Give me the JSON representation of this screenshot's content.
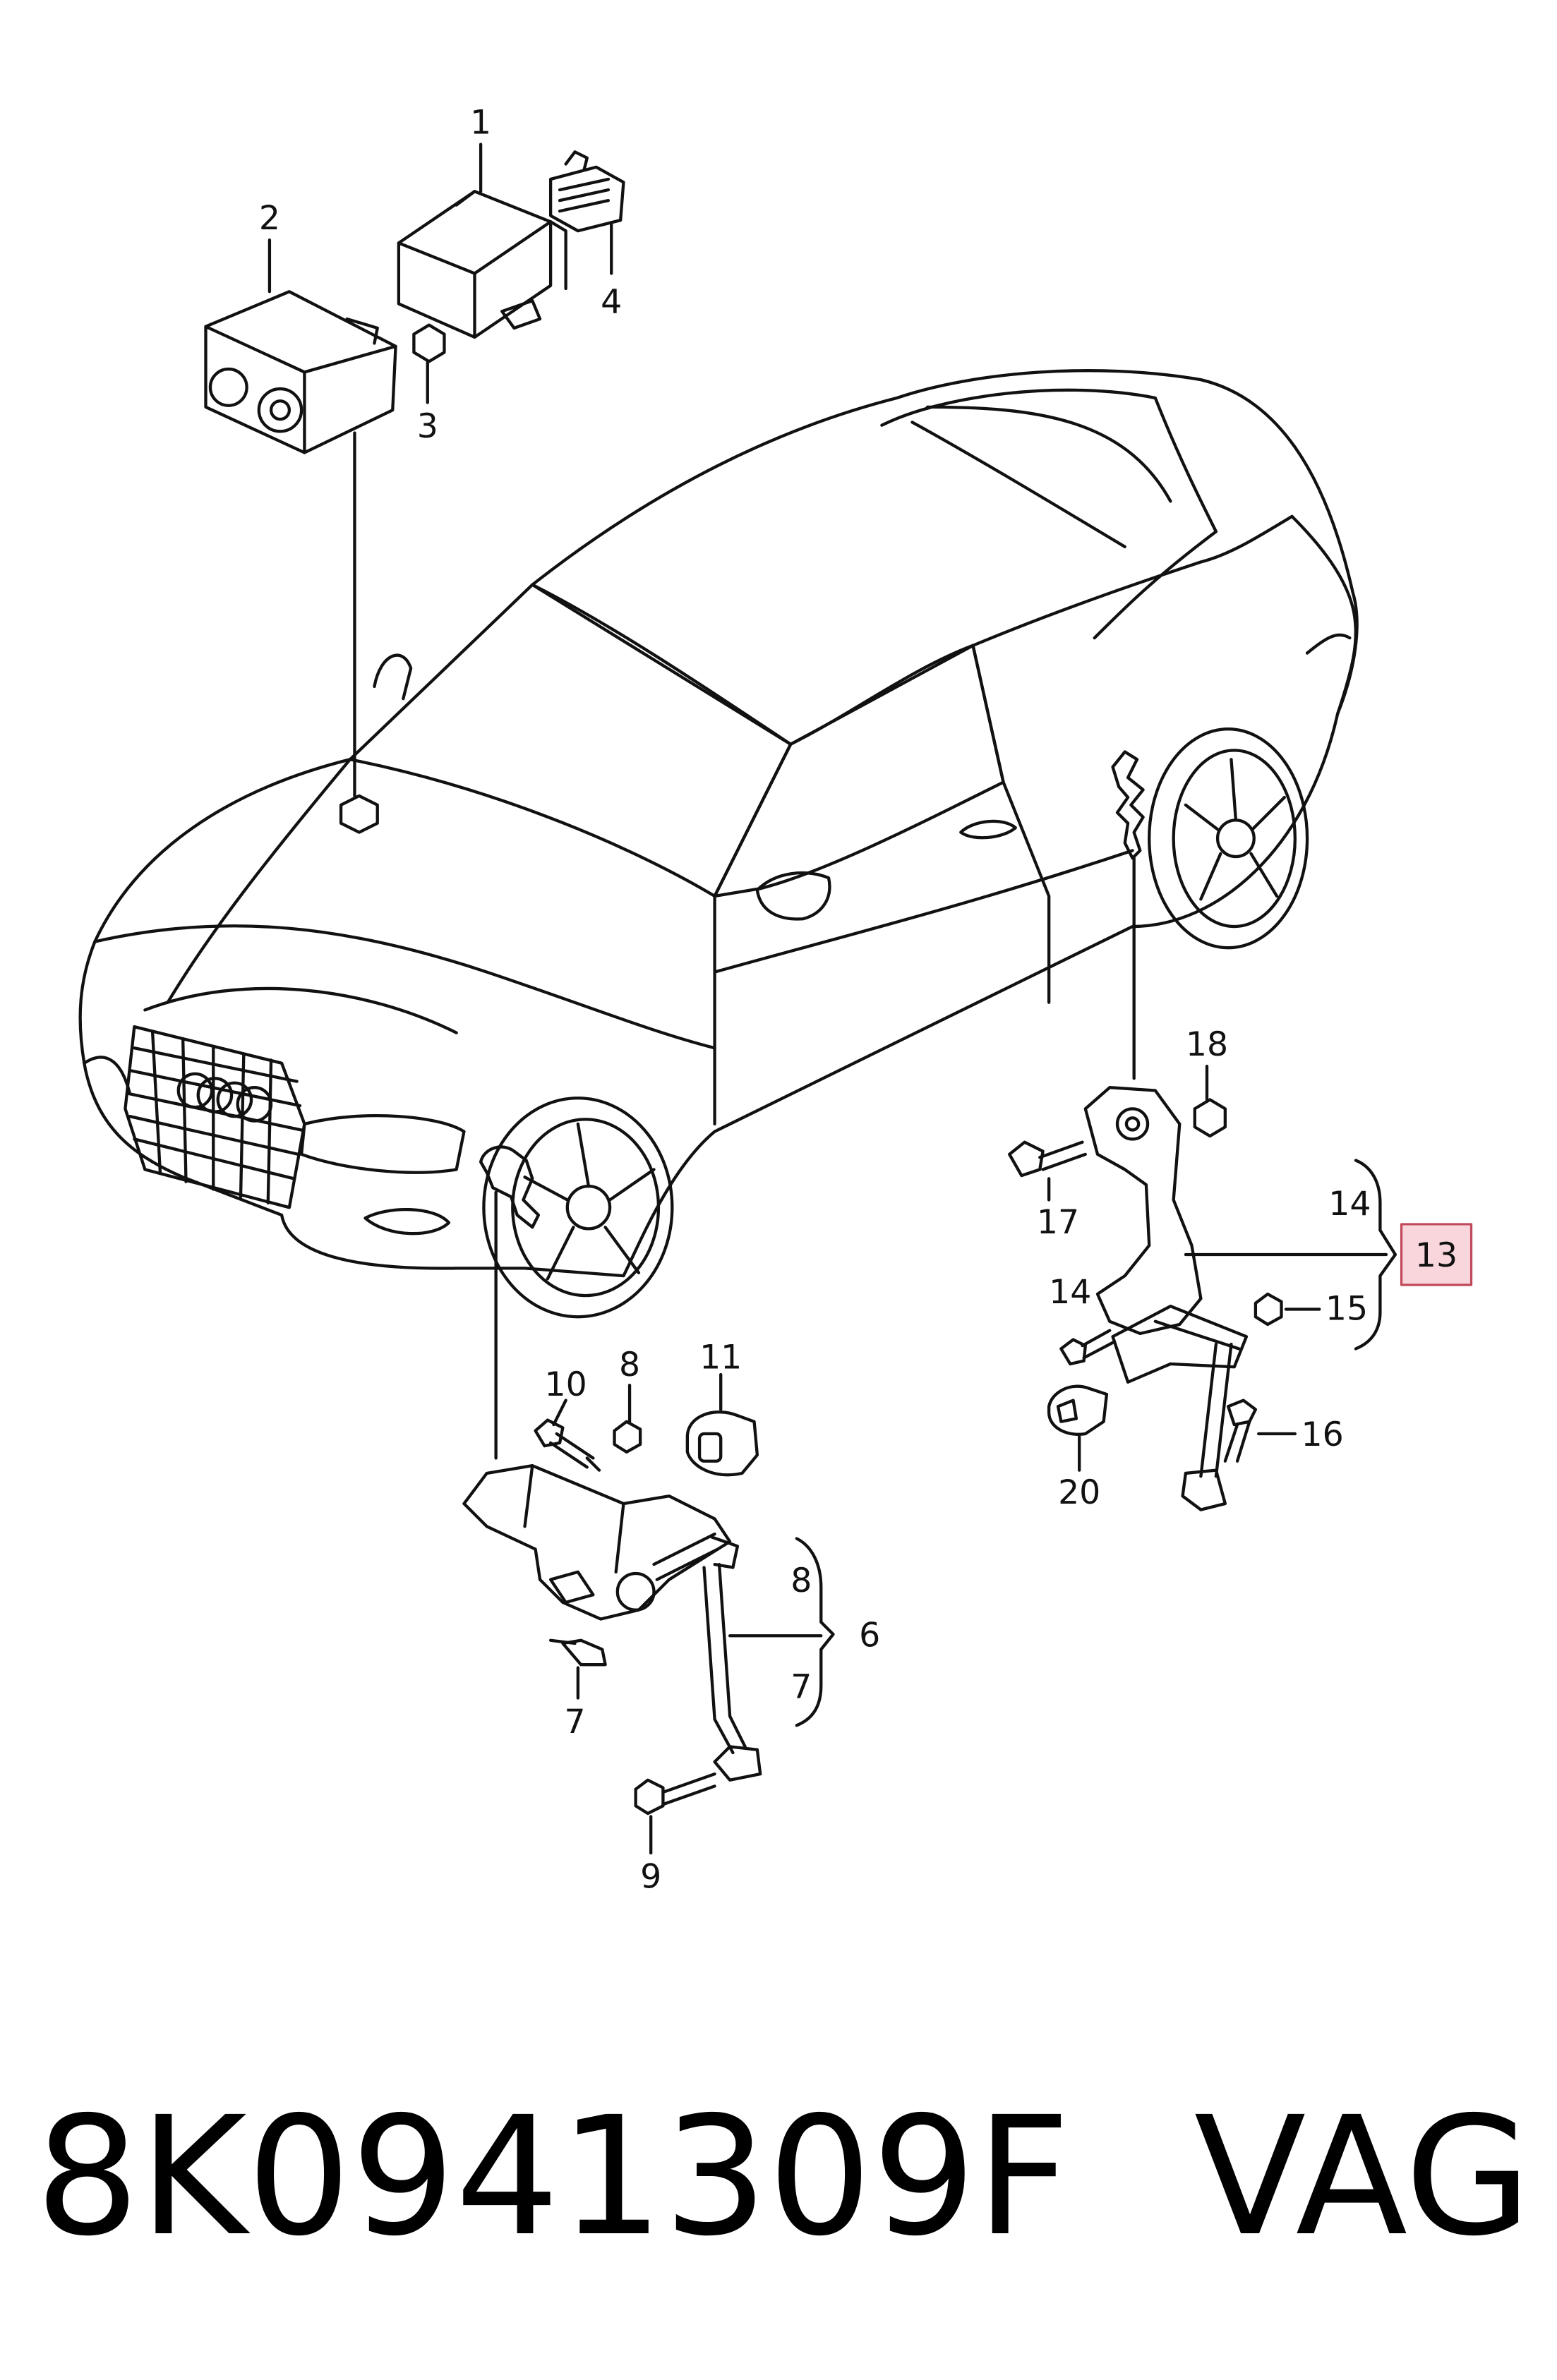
{
  "diagram": {
    "callouts": [
      {
        "id": "c1",
        "label": "1"
      },
      {
        "id": "c2",
        "label": "2"
      },
      {
        "id": "c3",
        "label": "3"
      },
      {
        "id": "c4",
        "label": "4"
      },
      {
        "id": "c6",
        "label": "6"
      },
      {
        "id": "c7",
        "label": "7"
      },
      {
        "id": "c7b",
        "label": "7"
      },
      {
        "id": "c8",
        "label": "8"
      },
      {
        "id": "c8b",
        "label": "8"
      },
      {
        "id": "c9",
        "label": "9"
      },
      {
        "id": "c10",
        "label": "10"
      },
      {
        "id": "c11",
        "label": "11"
      },
      {
        "id": "c13",
        "label": "13"
      },
      {
        "id": "c14",
        "label": "14"
      },
      {
        "id": "c14b",
        "label": "14"
      },
      {
        "id": "c15",
        "label": "15"
      },
      {
        "id": "c16",
        "label": "16"
      },
      {
        "id": "c17",
        "label": "17"
      },
      {
        "id": "c18",
        "label": "18"
      },
      {
        "id": "c20",
        "label": "20"
      }
    ],
    "highlight_color": "#f9d6dc",
    "highlight_border": "#c0485a"
  },
  "footer": {
    "part_number": "8K0941309F",
    "brand": "VAG"
  }
}
